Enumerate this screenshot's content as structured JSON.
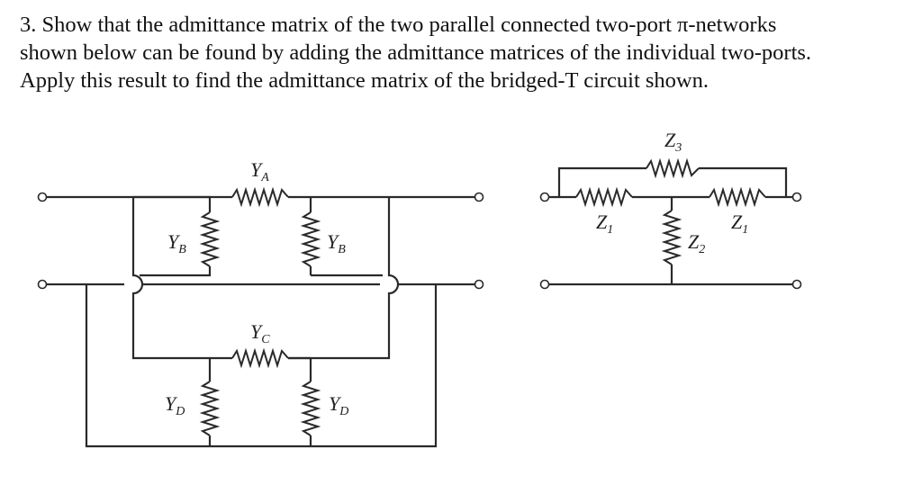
{
  "problem": {
    "line1": "3. Show that the admittance matrix of the two parallel connected two-port π-networks",
    "line2": "shown below can be found by adding the admittance matrices of the individual two-ports.",
    "line3": "Apply this result to find the admittance matrix of the bridged-T circuit shown."
  },
  "left_circuit": {
    "labels": {
      "ya": {
        "base": "Y",
        "sub": "A"
      },
      "yb_left": {
        "base": "Y",
        "sub": "B"
      },
      "yb_right": {
        "base": "Y",
        "sub": "B"
      },
      "yc": {
        "base": "Y",
        "sub": "C"
      },
      "yd_left": {
        "base": "Y",
        "sub": "D"
      },
      "yd_right": {
        "base": "Y",
        "sub": "D"
      }
    }
  },
  "right_circuit": {
    "labels": {
      "z3": {
        "base": "Z",
        "sub": "3"
      },
      "z1_left": {
        "base": "Z",
        "sub": "1"
      },
      "z1_right": {
        "base": "Z",
        "sub": "1"
      },
      "z2": {
        "base": "Z",
        "sub": "2"
      }
    }
  }
}
